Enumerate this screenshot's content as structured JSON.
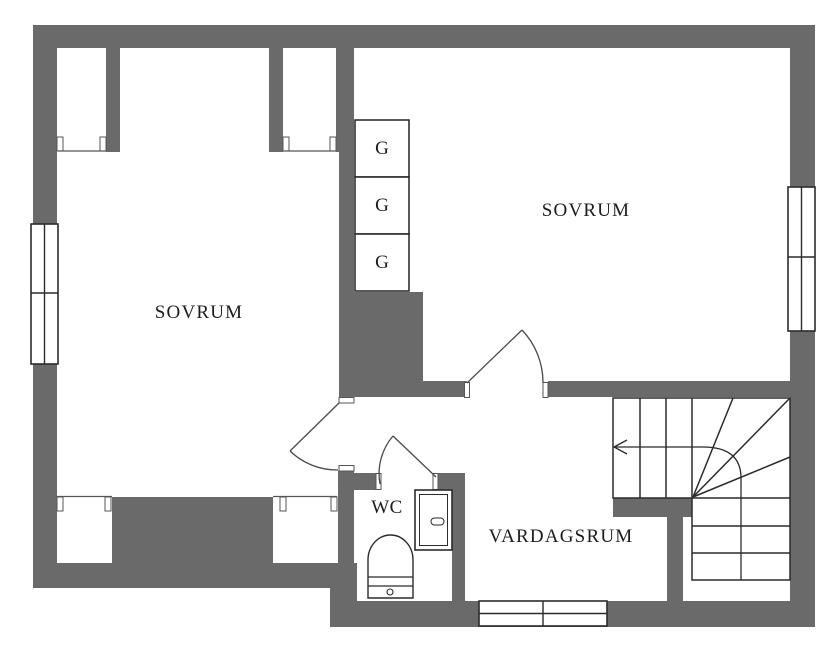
{
  "plan": {
    "rooms": [
      {
        "id": "bedroom-left",
        "label": "SOVRUM"
      },
      {
        "id": "bedroom-right",
        "label": "SOVRUM"
      },
      {
        "id": "living-room",
        "label": "VARDAGSRUM"
      },
      {
        "id": "wc",
        "label": "WC"
      }
    ],
    "wardrobes": [
      {
        "label": "G"
      },
      {
        "label": "G"
      },
      {
        "label": "G"
      }
    ],
    "features": {
      "windows": 3,
      "doors": 3,
      "stairs": "quarter-turn winder staircase with up-arrow walking line",
      "fixtures": [
        "toilet",
        "shower-cabinet"
      ]
    },
    "colors": {
      "wall": "#6a6a6a",
      "line": "#2b2b2b",
      "door": "#4a4a4a",
      "text": "#1c1c1c",
      "background": "#ffffff"
    }
  }
}
